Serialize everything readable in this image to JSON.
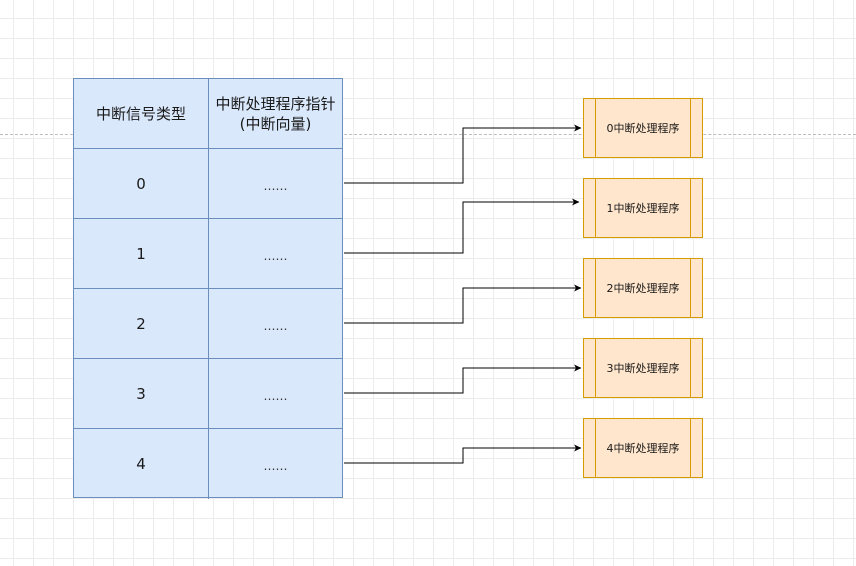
{
  "table": {
    "header": {
      "col1": "中断信号类型",
      "col2_line1": "中断处理程序指针",
      "col2_line2": "(中断向量)"
    },
    "rows": [
      {
        "type": "0",
        "pointer": "……"
      },
      {
        "type": "1",
        "pointer": "……"
      },
      {
        "type": "2",
        "pointer": "……"
      },
      {
        "type": "3",
        "pointer": "……"
      },
      {
        "type": "4",
        "pointer": "……"
      }
    ]
  },
  "handlers": [
    {
      "label": "0中断处理程序"
    },
    {
      "label": "1中断处理程序"
    },
    {
      "label": "2中断处理程序"
    },
    {
      "label": "3中断处理程序"
    },
    {
      "label": "4中断处理程序"
    }
  ],
  "colors": {
    "table_fill": "#dae8fc",
    "table_stroke": "#6c8ebf",
    "handler_fill": "#ffe6cc",
    "handler_stroke": "#d79b00",
    "connector": "#000000"
  }
}
